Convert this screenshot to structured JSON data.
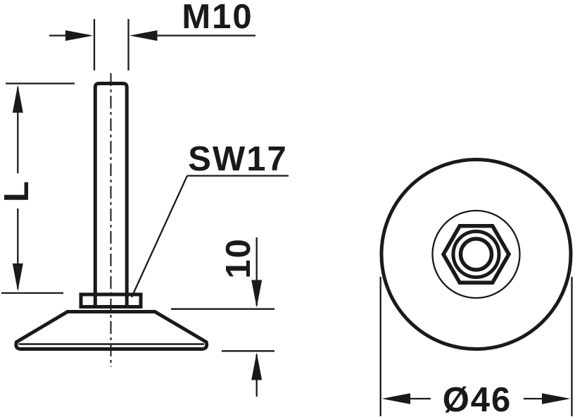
{
  "colors": {
    "line": "#1a1a1a",
    "background": "#ffffff"
  },
  "side_view": {
    "labels": {
      "thread": "M10",
      "stem_length": "L",
      "wrench_size": "SW17",
      "base_height": "10"
    }
  },
  "top_view": {
    "labels": {
      "base_diameter": "Ø46"
    }
  }
}
